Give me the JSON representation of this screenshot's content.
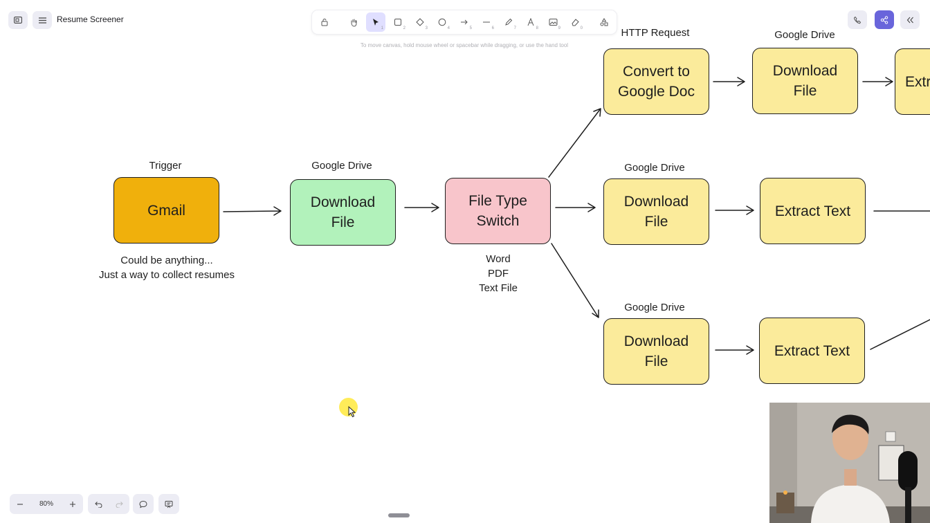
{
  "app": {
    "title": "Resume Screener"
  },
  "toolbar": {
    "hint": "To move canvas, hold mouse wheel or spacebar while dragging, or use the hand tool",
    "keys": {
      "selection": "1",
      "rectangle": "2",
      "diamond": "3",
      "ellipse": "4",
      "arrow": "5",
      "line": "6",
      "draw": "7",
      "text": "8",
      "image": "9",
      "eraser": "0"
    }
  },
  "diagram": {
    "nodes": {
      "gmail": "Gmail",
      "download_green": "Download\nFile",
      "switch": "File Type\nSwitch",
      "convert": "Convert to\nGoogle Doc",
      "download_top": "Download\nFile",
      "extract_top": "Extr",
      "download_mid": "Download\nFile",
      "extract_mid": "Extract Text",
      "download_bot": "Download\nFile",
      "extract_bot": "Extract Text"
    },
    "labels": {
      "trigger": "Trigger",
      "gmail_note": "Could be anything...\nJust a way to collect resumes",
      "gdrive_1": "Google Drive",
      "file_types": "Word\nPDF\nText File",
      "http": "HTTP Request",
      "gdrive_top": "Google Drive",
      "gdrive_mid": "Google Drive",
      "gdrive_bot": "Google Drive"
    },
    "colors": {
      "orange": "#f0b00c",
      "green": "#b2f2bb",
      "pink": "#f8c5cb",
      "yellow": "#fbeb9b"
    }
  },
  "footer": {
    "zoom": "80%"
  }
}
